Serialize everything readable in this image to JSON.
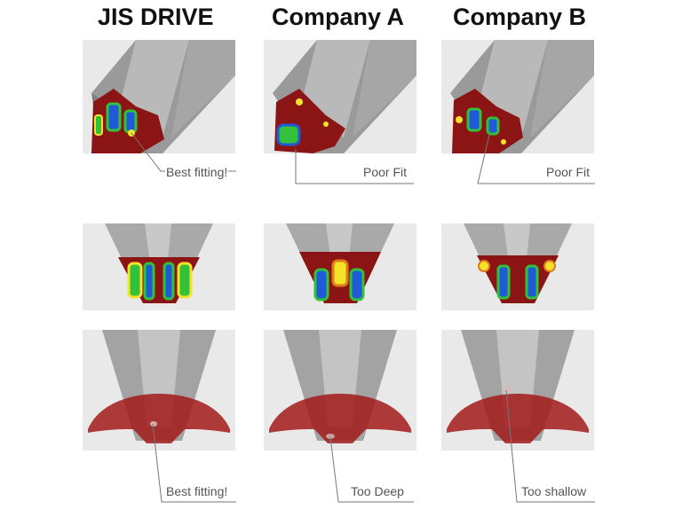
{
  "columns": [
    {
      "title": "JIS DRIVE",
      "callout_top": "Best fitting!",
      "callout_bottom": "Best fitting!"
    },
    {
      "title": "Company A",
      "callout_top": "Poor Fit",
      "callout_bottom": "Too Deep"
    },
    {
      "title": "Company B",
      "callout_top": "Poor Fit",
      "callout_bottom": "Too shallow"
    }
  ],
  "colors": {
    "metal_light": "#c4c4c4",
    "metal_dark": "#8e8e8e",
    "contact_red": "#8b1414",
    "contact_blue": "#1f5bd8",
    "contact_green": "#33c13a",
    "contact_yellow": "#f2e329",
    "leader_line": "#777777"
  }
}
